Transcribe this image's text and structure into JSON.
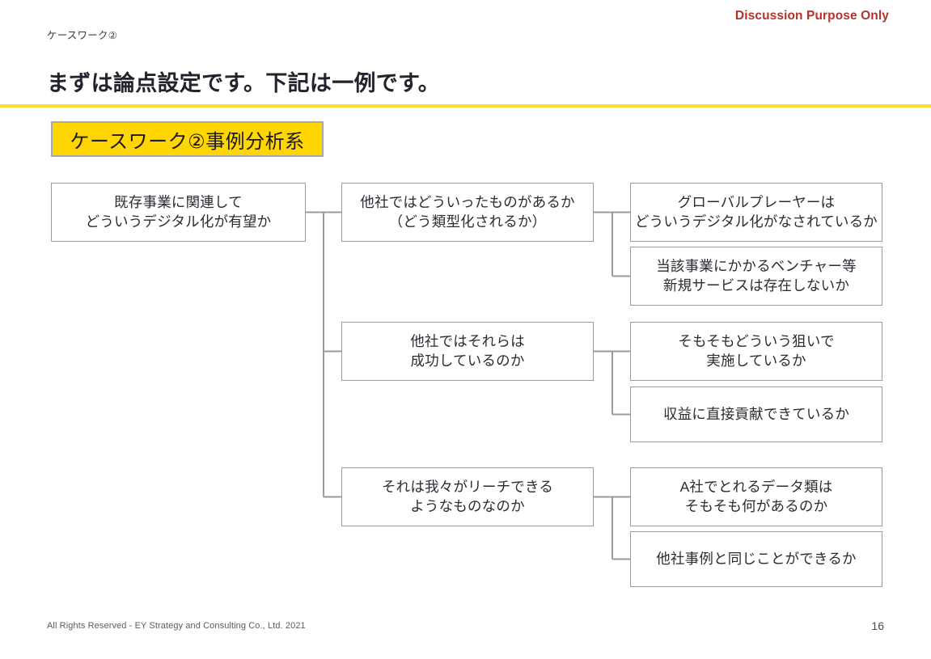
{
  "slide": {
    "disclaimer": "Discussion Purpose Only",
    "eyebrow": "ケースワーク②",
    "title": "まずは論点設定です。下記は一例です。",
    "section_tag": "ケースワーク②事例分析系",
    "accent_color": "#ffd600",
    "rule_color": "#ffdb3a",
    "disclaimer_color": "#b5322a"
  },
  "tree": {
    "level1": [
      {
        "id": "n1",
        "text": "既存事業に関連して\nどういうデジタル化が有望か"
      }
    ],
    "level2": [
      {
        "id": "n2a",
        "text": "他社ではどういったものがあるか\n（どう類型化されるか）"
      },
      {
        "id": "n2b",
        "text": "他社ではそれらは\n成功しているのか"
      },
      {
        "id": "n2c",
        "text": "それは我々がリーチできる\nようなものなのか"
      }
    ],
    "level3": [
      {
        "id": "n3a",
        "text": "グローバルプレーヤーは\nどういうデジタル化がなされているか"
      },
      {
        "id": "n3b",
        "text": "当該事業にかかるベンチャー等\n新規サービスは存在しないか"
      },
      {
        "id": "n3c",
        "text": "そもそもどういう狙いで\n実施しているか"
      },
      {
        "id": "n3d",
        "text": "収益に直接貢献できているか"
      },
      {
        "id": "n3e",
        "text": "A社でとれるデータ類は\nそもそも何があるのか"
      },
      {
        "id": "n3f",
        "text": "他社事例と同じことができるか"
      }
    ]
  },
  "footer": {
    "copyright": "All Rights Reserved - EY Strategy and Consulting Co., Ltd.  2021",
    "page_number": "16"
  }
}
